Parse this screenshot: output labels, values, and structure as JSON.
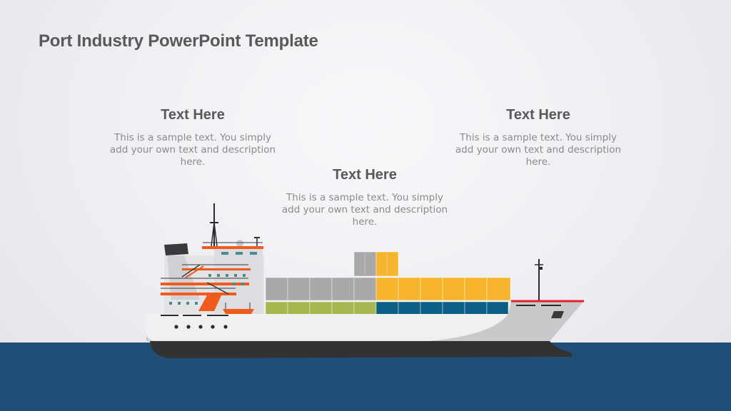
{
  "slide": {
    "title": "Port Industry PowerPoint Template",
    "blocks": [
      {
        "heading": "Text Here",
        "body": "This is a sample text. You simply add your own text and description here."
      },
      {
        "heading": "Text Here",
        "body": "This is a sample text. You simply add your own text and description here."
      },
      {
        "heading": "Text Here",
        "body": "This is a sample text. You simply add your own text and description here."
      }
    ]
  },
  "illustration": {
    "subject": "cargo-ship-icon",
    "colors": {
      "sea": "#1f4e79",
      "hull_white": "#f0f0f0",
      "hull_gray": "#c8c9cb",
      "hull_dark": "#333132",
      "accent_orange": "#f05a1a",
      "deck_red": "#e2222a",
      "container_gray": "#a9a8a9",
      "container_yellow": "#f7b52e",
      "container_green": "#a5b84f",
      "container_blue": "#0c5e85"
    }
  }
}
